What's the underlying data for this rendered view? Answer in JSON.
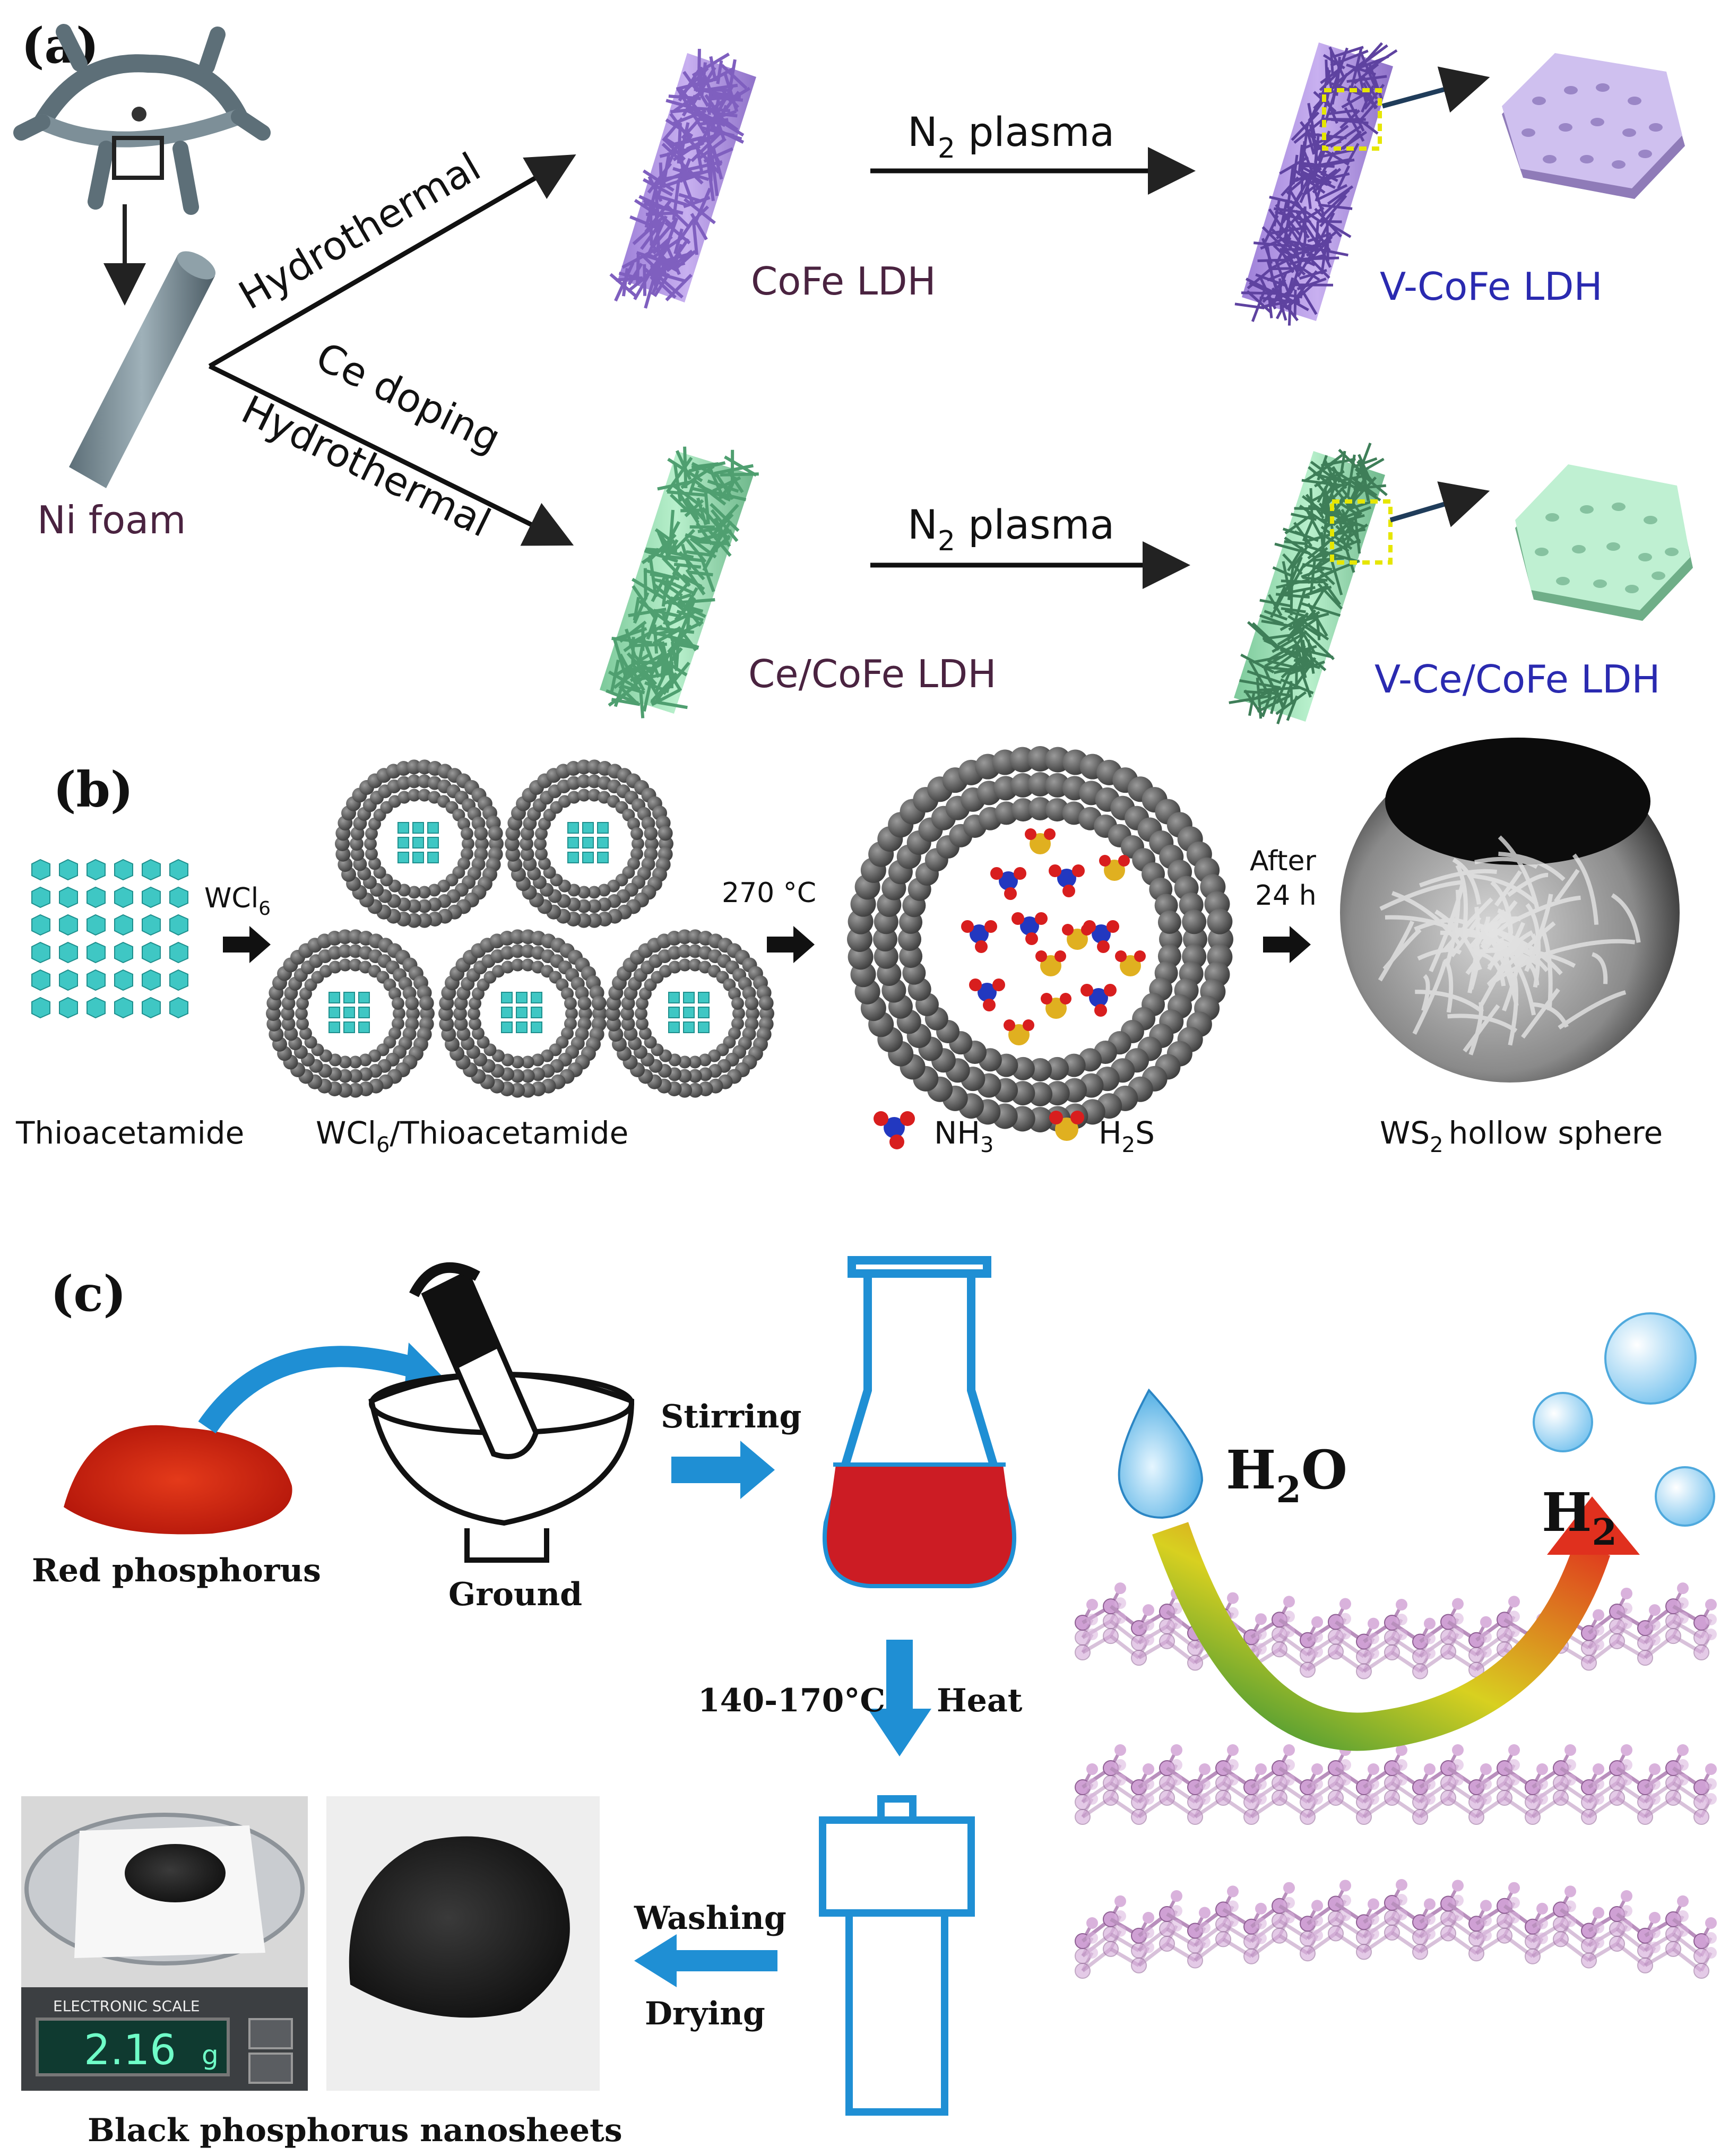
{
  "panel_a": {
    "label": "(a)",
    "ni_foam": "Ni foam",
    "route_top": "Hydrothermal",
    "route_bottom_1": "Ce doping",
    "route_bottom_2": "Hydrothermal",
    "product_top": "CoFe LDH",
    "product_bottom": "Ce/CoFe LDH",
    "plasma_top": "N",
    "plasma_bottom": "N",
    "plasma_sub": "2",
    "plasma_word": " plasma",
    "final_top": "V-CoFe LDH",
    "final_bottom": "V-Ce/CoFe LDH",
    "colors": {
      "purple": "#b59ce8",
      "green": "#9fe0b8",
      "text_dark": "#4a2340",
      "text_blue": "#2a2ab0"
    }
  },
  "panel_b": {
    "label": "(b)",
    "step1": "WCl",
    "step1_sub": "6",
    "step2": "270 °C",
    "step3a": "After",
    "step3b": "24 h",
    "cap1": "Thioacetamide",
    "cap2a": "WCl",
    "cap2_sub": "6",
    "cap2b": "/Thioacetamide",
    "legend_nh3": "NH",
    "legend_nh3_sub": "3",
    "legend_h2s_a": "H",
    "legend_h2s_sub": "2",
    "legend_h2s_b": "S",
    "cap4a": "WS",
    "cap4_sub": "2",
    "cap4b": "hollow sphere"
  },
  "panel_c": {
    "label": "(c)",
    "red_p": "Red phosphorus",
    "ground": "Ground",
    "stirring": "Stirring",
    "temp": "140-170°C",
    "heat": "Heat",
    "washing": "Washing",
    "drying": "Drying",
    "scale_label": "ELECTRONIC SCALE",
    "scale_reading": "2.16",
    "scale_unit": "g",
    "bp": "Black phosphorus nanosheets",
    "h2o_a": "H",
    "h2o_sub": "2",
    "h2o_b": "O",
    "h2_a": "H",
    "h2_sub": "2",
    "colors": {
      "red": "#cc1c24",
      "blue": "#1f8fd4",
      "lattice": "#c59ac8"
    }
  }
}
